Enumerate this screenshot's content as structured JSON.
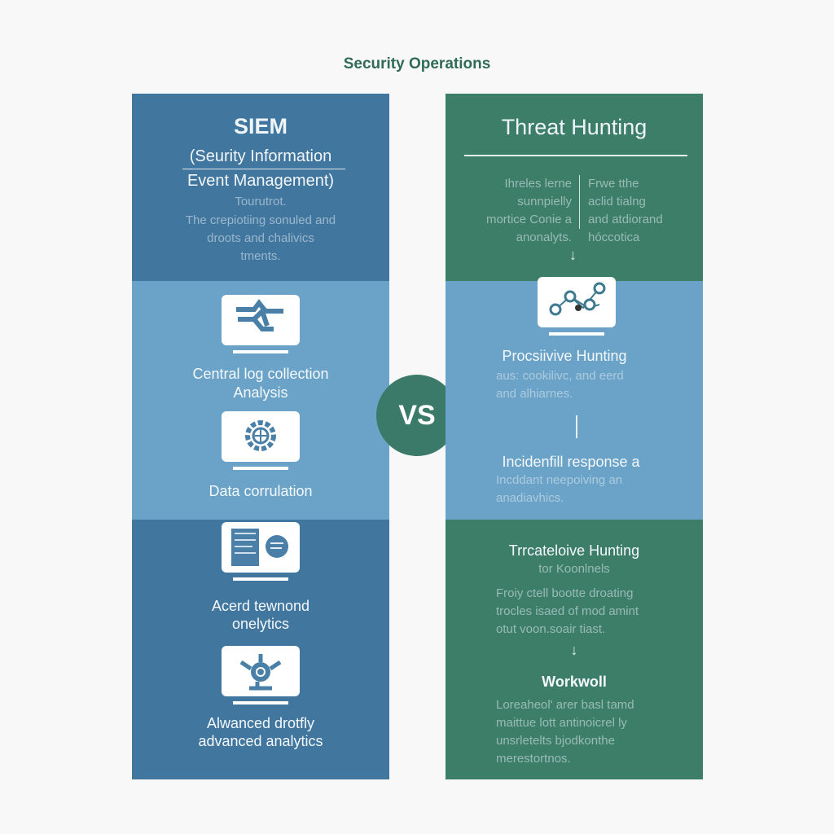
{
  "title": "Security Operations",
  "colors": {
    "siem_dark": "#41769f",
    "siem_light": "#6aa3c7",
    "threat_green": "#3d7e69",
    "vs_circle": "#3b7a68",
    "title": "#2f6b57"
  },
  "siem": {
    "heading": "SIEM",
    "subtitle_1": "(Seurity Information",
    "subtitle_2": "Event Management)",
    "faint": [
      "Tourutrot.",
      "The crepiotiing sonuled and",
      "droots and chalivics",
      "tments."
    ],
    "items": [
      {
        "icon": "network-map-monitor-icon",
        "label_1": "Central log collection",
        "label_2": "Analysis"
      },
      {
        "icon": "gear-monitor-icon",
        "label_1": "Data corrulation",
        "label_2": ""
      },
      {
        "icon": "document-chat-monitor-icon",
        "label_1": "Acerd tewnond",
        "label_2": "onelytics"
      },
      {
        "icon": "robot-arm-monitor-icon",
        "label_1": "Alwanced drotfly",
        "label_2": "advanced analytics"
      }
    ]
  },
  "vs": "VS",
  "threat": {
    "heading": "Threat Hunting",
    "col_left": [
      "Ihreles lerne",
      "sunnpielly",
      "mortice Conie a",
      "anonalyts."
    ],
    "col_right": [
      "Frwe tthe",
      "aclid tialng",
      "and atdiorand",
      "hóccotica"
    ],
    "icon": "graph-nodes-monitor-icon",
    "proactive_title": "Procsiivive Hunting",
    "proactive_lines": [
      "aus: cookilivc, and eerd",
      "and alhiarnes."
    ],
    "incident_title": "Incidenfill response a",
    "incident_lines": [
      "Incddant neepoiving an",
      "anadiavhics."
    ],
    "threat_title": "Trrcateloive Hunting",
    "threat_sub": "tor Koonlnels",
    "threat_lines": [
      "Froiy ctell bootte droating",
      "trocles isaed of mod amint",
      "otut voon.soair tiast."
    ],
    "workflow_title": "Workwoll",
    "workflow_lines": [
      "Loreaheol' arer basl tamd",
      "maittue lott antinoicrel ly",
      "unsrletelts bjodkonthe",
      "merestortnos."
    ]
  }
}
